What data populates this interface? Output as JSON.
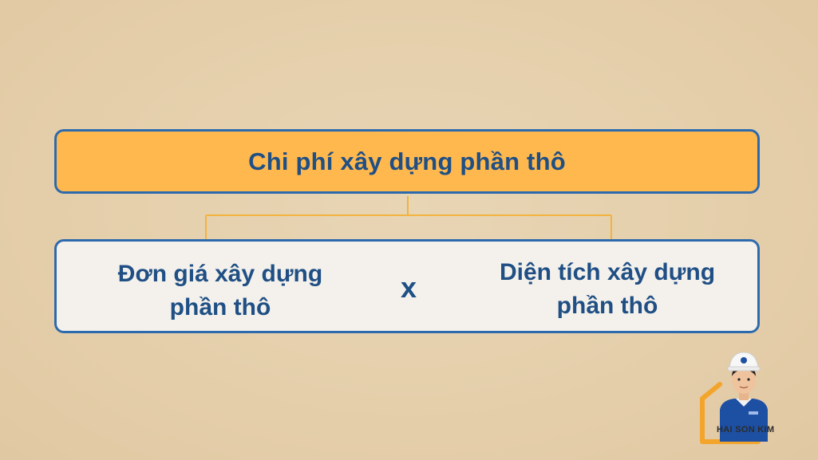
{
  "diagram": {
    "top_label": "Chi phí xây dựng phần thô",
    "left_term_line1": "Đơn giá xây dựng",
    "left_term_line2": "phần thô",
    "operator": "x",
    "right_term_line1": "Diện tích xây dựng",
    "right_term_line2": "phần thô"
  },
  "brand": {
    "name": "HAI SON KIM"
  },
  "colors": {
    "top_fill": "#ffb84e",
    "border": "#2d6aad",
    "text": "#1f4f84",
    "connector": "#f2b33d",
    "bottom_fill": "#f4f1ec"
  }
}
